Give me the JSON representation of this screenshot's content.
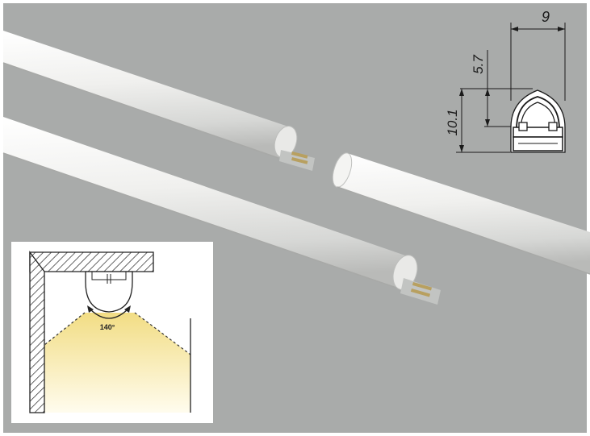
{
  "colors": {
    "background": "#a9abaa",
    "profile_light": "#f5f5f3",
    "profile_shadow": "#c9cac8",
    "connector": "#c4c6c4",
    "light_cone_top": "#f3e089",
    "light_cone_bottom": "#fffbe8"
  },
  "dimensions": {
    "width": "9",
    "diffuser_height": "5.7",
    "total_height": "10.1"
  },
  "beam_angle": "140°",
  "icons": [
    "led-profile-rod",
    "connector-clip",
    "cross-section-drawing",
    "ceiling-mount-illustration"
  ]
}
